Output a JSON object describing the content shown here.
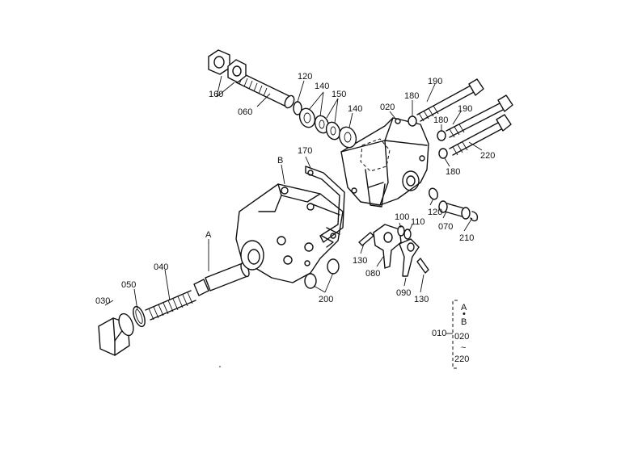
{
  "labels": {
    "p030": "030",
    "p040": "040",
    "p050": "050",
    "pA": "A",
    "pB": "B",
    "p060": "060",
    "p160": "160",
    "p120a": "120",
    "p140a": "140",
    "p150": "150",
    "p140b": "140",
    "p020": "020",
    "p180a": "180",
    "p190a": "190",
    "p190b": "190",
    "p180b": "180",
    "p180c": "180",
    "p220": "220",
    "p170": "170",
    "p120b": "120",
    "p070": "070",
    "p210": "210",
    "p100": "100",
    "p110": "110",
    "p130a": "130",
    "p080": "080",
    "p090": "090",
    "p130b": "130",
    "p200": "200"
  },
  "legend": {
    "group": "010",
    "items": [
      "A",
      "B",
      "020",
      "220"
    ]
  }
}
